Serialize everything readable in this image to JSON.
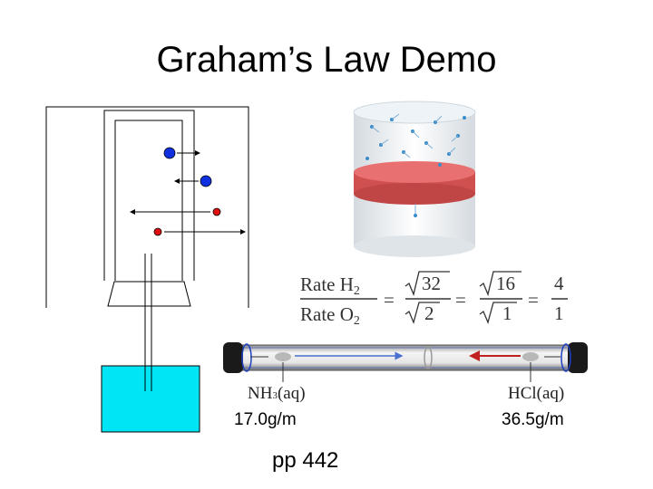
{
  "slide": {
    "title": "Graham’s Law Demo",
    "page_ref": "pp 442"
  },
  "equation": {
    "rate_h2": "Rate H",
    "rate_h2_sub": "2",
    "rate_o2": "Rate O",
    "rate_o2_sub": "2",
    "sqrt_32": "32",
    "sqrt_2": "2",
    "sqrt_16": "16",
    "sqrt_1": "1",
    "frac_num": "4",
    "frac_den": "1",
    "equals": "="
  },
  "tube": {
    "left_label_base": "NH",
    "left_label_sub": "3",
    "left_label_state": "(aq)",
    "right_label": "HCl(aq)",
    "left_mass": "17.0g/m",
    "right_mass": "36.5g/m"
  },
  "colors": {
    "water": "#00e5f5",
    "molecule_blue": "#1030e0",
    "molecule_red": "#e01010",
    "nh3_arrow": "#4a6fd0",
    "hcl_arrow": "#c02020",
    "cap": "#1a1a1a"
  }
}
